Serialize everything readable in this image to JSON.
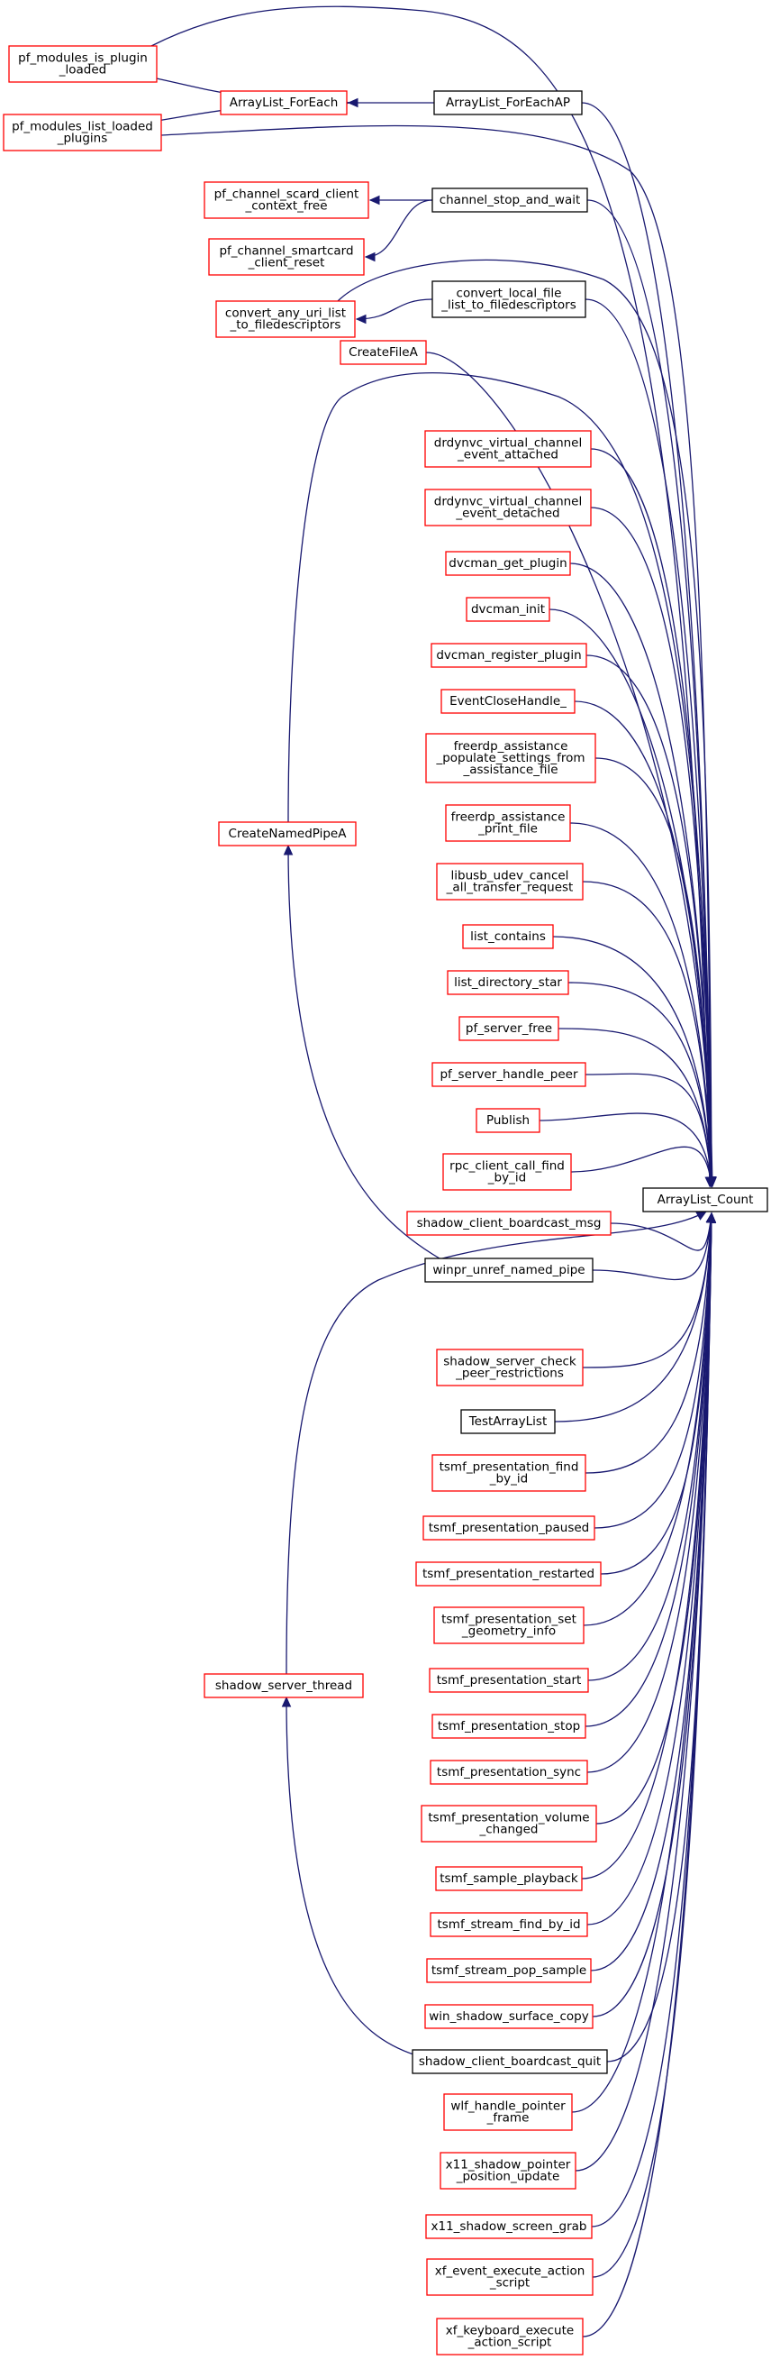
{
  "colors": {
    "edge": "#191970",
    "border_red": "#ff0000",
    "border_black": "#000000",
    "focus_fill": "#bfbfbf"
  },
  "nodes": [
    {
      "id": "n_count",
      "lines": [
        "ArrayList_Count"
      ],
      "style": "focus"
    },
    {
      "id": "n_is_plugin",
      "lines": [
        "pf_modules_is_plugin",
        "_loaded"
      ],
      "style": "red"
    },
    {
      "id": "n_list_loaded",
      "lines": [
        "pf_modules_list_loaded",
        "_plugins"
      ],
      "style": "red"
    },
    {
      "id": "n_foreach",
      "lines": [
        "ArrayList_ForEach"
      ],
      "style": "red"
    },
    {
      "id": "n_foreachap",
      "lines": [
        "ArrayList_ForEachAP"
      ],
      "style": "black"
    },
    {
      "id": "n_scard_free",
      "lines": [
        "pf_channel_scard_client",
        "_context_free"
      ],
      "style": "red"
    },
    {
      "id": "n_smartcard_reset",
      "lines": [
        "pf_channel_smartcard",
        "_client_reset"
      ],
      "style": "red"
    },
    {
      "id": "n_stop_wait",
      "lines": [
        "channel_stop_and_wait"
      ],
      "style": "black"
    },
    {
      "id": "n_any_uri",
      "lines": [
        "convert_any_uri_list",
        "_to_filedescriptors"
      ],
      "style": "red"
    },
    {
      "id": "n_local_file",
      "lines": [
        "convert_local_file",
        "_list_to_filedescriptors"
      ],
      "style": "black"
    },
    {
      "id": "n_createfilea",
      "lines": [
        "CreateFileA"
      ],
      "style": "red"
    },
    {
      "id": "n_attached",
      "lines": [
        "drdynvc_virtual_channel",
        "_event_attached"
      ],
      "style": "red"
    },
    {
      "id": "n_detached",
      "lines": [
        "drdynvc_virtual_channel",
        "_event_detached"
      ],
      "style": "red"
    },
    {
      "id": "n_get_plugin",
      "lines": [
        "dvcman_get_plugin"
      ],
      "style": "red"
    },
    {
      "id": "n_dvcman_init",
      "lines": [
        "dvcman_init"
      ],
      "style": "red"
    },
    {
      "id": "n_register_plugin",
      "lines": [
        "dvcman_register_plugin"
      ],
      "style": "red"
    },
    {
      "id": "n_eventclose",
      "lines": [
        "EventCloseHandle_"
      ],
      "style": "red"
    },
    {
      "id": "n_populate",
      "lines": [
        "freerdp_assistance",
        "_populate_settings_from",
        "_assistance_file"
      ],
      "style": "red"
    },
    {
      "id": "n_print_file",
      "lines": [
        "freerdp_assistance",
        "_print_file"
      ],
      "style": "red"
    },
    {
      "id": "n_createnamedpipe",
      "lines": [
        "CreateNamedPipeA"
      ],
      "style": "red"
    },
    {
      "id": "n_libusb",
      "lines": [
        "libusb_udev_cancel",
        "_all_transfer_request"
      ],
      "style": "red"
    },
    {
      "id": "n_list_contains",
      "lines": [
        "list_contains"
      ],
      "style": "red"
    },
    {
      "id": "n_list_dir",
      "lines": [
        "list_directory_star"
      ],
      "style": "red"
    },
    {
      "id": "n_server_free",
      "lines": [
        "pf_server_free"
      ],
      "style": "red"
    },
    {
      "id": "n_handle_peer",
      "lines": [
        "pf_server_handle_peer"
      ],
      "style": "red"
    },
    {
      "id": "n_publish",
      "lines": [
        "Publish"
      ],
      "style": "red"
    },
    {
      "id": "n_rpc_find",
      "lines": [
        "rpc_client_call_find",
        "_by_id"
      ],
      "style": "red"
    },
    {
      "id": "n_boardcast_msg",
      "lines": [
        "shadow_client_boardcast_msg"
      ],
      "style": "red"
    },
    {
      "id": "n_unref_pipe",
      "lines": [
        "winpr_unref_named_pipe"
      ],
      "style": "black"
    },
    {
      "id": "n_check_peer",
      "lines": [
        "shadow_server_check",
        "_peer_restrictions"
      ],
      "style": "red"
    },
    {
      "id": "n_testarraylist",
      "lines": [
        "TestArrayList"
      ],
      "style": "black"
    },
    {
      "id": "n_pres_find",
      "lines": [
        "tsmf_presentation_find",
        "_by_id"
      ],
      "style": "red"
    },
    {
      "id": "n_pres_paused",
      "lines": [
        "tsmf_presentation_paused"
      ],
      "style": "red"
    },
    {
      "id": "n_pres_restarted",
      "lines": [
        "tsmf_presentation_restarted"
      ],
      "style": "red"
    },
    {
      "id": "n_pres_geometry",
      "lines": [
        "tsmf_presentation_set",
        "_geometry_info"
      ],
      "style": "red"
    },
    {
      "id": "n_shadow_thread",
      "lines": [
        "shadow_server_thread"
      ],
      "style": "red"
    },
    {
      "id": "n_pres_start",
      "lines": [
        "tsmf_presentation_start"
      ],
      "style": "red"
    },
    {
      "id": "n_pres_stop",
      "lines": [
        "tsmf_presentation_stop"
      ],
      "style": "red"
    },
    {
      "id": "n_pres_sync",
      "lines": [
        "tsmf_presentation_sync"
      ],
      "style": "red"
    },
    {
      "id": "n_pres_volume",
      "lines": [
        "tsmf_presentation_volume",
        "_changed"
      ],
      "style": "red"
    },
    {
      "id": "n_sample_playback",
      "lines": [
        "tsmf_sample_playback"
      ],
      "style": "red"
    },
    {
      "id": "n_stream_find",
      "lines": [
        "tsmf_stream_find_by_id"
      ],
      "style": "red"
    },
    {
      "id": "n_stream_pop",
      "lines": [
        "tsmf_stream_pop_sample"
      ],
      "style": "red"
    },
    {
      "id": "n_surface_copy",
      "lines": [
        "win_shadow_surface_copy"
      ],
      "style": "red"
    },
    {
      "id": "n_boardcast_quit",
      "lines": [
        "shadow_client_boardcast_quit"
      ],
      "style": "black"
    },
    {
      "id": "n_wlf_pointer",
      "lines": [
        "wlf_handle_pointer",
        "_frame"
      ],
      "style": "red"
    },
    {
      "id": "n_x11_pointer",
      "lines": [
        "x11_shadow_pointer",
        "_position_update"
      ],
      "style": "red"
    },
    {
      "id": "n_x11_grab",
      "lines": [
        "x11_shadow_screen_grab"
      ],
      "style": "red"
    },
    {
      "id": "n_xf_action",
      "lines": [
        "xf_event_execute_action",
        "_script"
      ],
      "style": "red"
    },
    {
      "id": "n_xf_keyboard",
      "lines": [
        "xf_keyboard_execute",
        "_action_script"
      ],
      "style": "red"
    }
  ],
  "edges": [
    {
      "from": "n_is_plugin",
      "to": "n_count"
    },
    {
      "from": "n_is_plugin",
      "to": "n_foreach"
    },
    {
      "from": "n_list_loaded",
      "to": "n_foreach"
    },
    {
      "from": "n_list_loaded",
      "to": "n_count"
    },
    {
      "from": "n_foreachap",
      "to": "n_foreach"
    },
    {
      "from": "n_foreachap",
      "to": "n_count"
    },
    {
      "from": "n_stop_wait",
      "to": "n_scard_free"
    },
    {
      "from": "n_stop_wait",
      "to": "n_smartcard_reset"
    },
    {
      "from": "n_stop_wait",
      "to": "n_count"
    },
    {
      "from": "n_any_uri",
      "to": "n_count"
    },
    {
      "from": "n_local_file",
      "to": "n_any_uri"
    },
    {
      "from": "n_local_file",
      "to": "n_count"
    },
    {
      "from": "n_createfilea",
      "to": "n_count"
    },
    {
      "from": "n_createnamedpipe",
      "to": "n_count"
    },
    {
      "from": "n_attached",
      "to": "n_count"
    },
    {
      "from": "n_detached",
      "to": "n_count"
    },
    {
      "from": "n_get_plugin",
      "to": "n_count"
    },
    {
      "from": "n_dvcman_init",
      "to": "n_count"
    },
    {
      "from": "n_register_plugin",
      "to": "n_count"
    },
    {
      "from": "n_eventclose",
      "to": "n_count"
    },
    {
      "from": "n_populate",
      "to": "n_count"
    },
    {
      "from": "n_print_file",
      "to": "n_count"
    },
    {
      "from": "n_libusb",
      "to": "n_count"
    },
    {
      "from": "n_list_contains",
      "to": "n_count"
    },
    {
      "from": "n_list_dir",
      "to": "n_count"
    },
    {
      "from": "n_server_free",
      "to": "n_count"
    },
    {
      "from": "n_handle_peer",
      "to": "n_count"
    },
    {
      "from": "n_publish",
      "to": "n_count"
    },
    {
      "from": "n_rpc_find",
      "to": "n_count"
    },
    {
      "from": "n_boardcast_msg",
      "to": "n_count"
    },
    {
      "from": "n_unref_pipe",
      "to": "n_createnamedpipe"
    },
    {
      "from": "n_unref_pipe",
      "to": "n_count"
    },
    {
      "from": "n_shadow_thread",
      "to": "n_count"
    },
    {
      "from": "n_check_peer",
      "to": "n_count"
    },
    {
      "from": "n_testarraylist",
      "to": "n_count"
    },
    {
      "from": "n_pres_find",
      "to": "n_count"
    },
    {
      "from": "n_pres_paused",
      "to": "n_count"
    },
    {
      "from": "n_pres_restarted",
      "to": "n_count"
    },
    {
      "from": "n_pres_geometry",
      "to": "n_count"
    },
    {
      "from": "n_pres_start",
      "to": "n_count"
    },
    {
      "from": "n_pres_stop",
      "to": "n_count"
    },
    {
      "from": "n_pres_sync",
      "to": "n_count"
    },
    {
      "from": "n_pres_volume",
      "to": "n_count"
    },
    {
      "from": "n_sample_playback",
      "to": "n_count"
    },
    {
      "from": "n_stream_find",
      "to": "n_count"
    },
    {
      "from": "n_stream_pop",
      "to": "n_count"
    },
    {
      "from": "n_surface_copy",
      "to": "n_count"
    },
    {
      "from": "n_boardcast_quit",
      "to": "n_shadow_thread"
    },
    {
      "from": "n_boardcast_quit",
      "to": "n_count"
    },
    {
      "from": "n_wlf_pointer",
      "to": "n_count"
    },
    {
      "from": "n_x11_pointer",
      "to": "n_count"
    },
    {
      "from": "n_x11_grab",
      "to": "n_count"
    },
    {
      "from": "n_xf_action",
      "to": "n_count"
    },
    {
      "from": "n_xf_keyboard",
      "to": "n_count"
    }
  ]
}
